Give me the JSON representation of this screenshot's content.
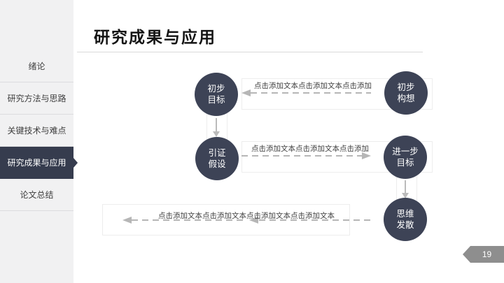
{
  "slide": {
    "title": "研究成果与应用",
    "page_number": "19"
  },
  "sidebar": {
    "active_index": 3,
    "items": [
      {
        "label": "绪论"
      },
      {
        "label": "研究方法与思路"
      },
      {
        "label": "关键技术与难点"
      },
      {
        "label": "研究成果与应用"
      },
      {
        "label": "论文总结"
      }
    ]
  },
  "diagram": {
    "nodes": [
      {
        "line1": "初步",
        "line2": "目标"
      },
      {
        "line1": "初步",
        "line2": "构想"
      },
      {
        "line1": "引证",
        "line2": "假设"
      },
      {
        "line1": "进一步",
        "line2": "目标"
      },
      {
        "line1": "思维",
        "line2": "发散"
      }
    ],
    "connectors": [
      {
        "text": "点击添加文本点击添加文本点击添加",
        "direction": "left"
      },
      {
        "text": "点击添加文本点击添加文本点击添加",
        "direction": "right"
      },
      {
        "text": "点击添加文本点击添加文本点击添加文本点击添加文本",
        "direction": "left"
      }
    ]
  },
  "colors": {
    "node_fill": "#3d4356",
    "sidebar_active_bg": "#363c4e",
    "sidebar_bg": "#f1f1f2",
    "arrow_gray": "#b6b6b6",
    "page_badge_bg": "#8e8e8e",
    "title_color": "#141414"
  }
}
